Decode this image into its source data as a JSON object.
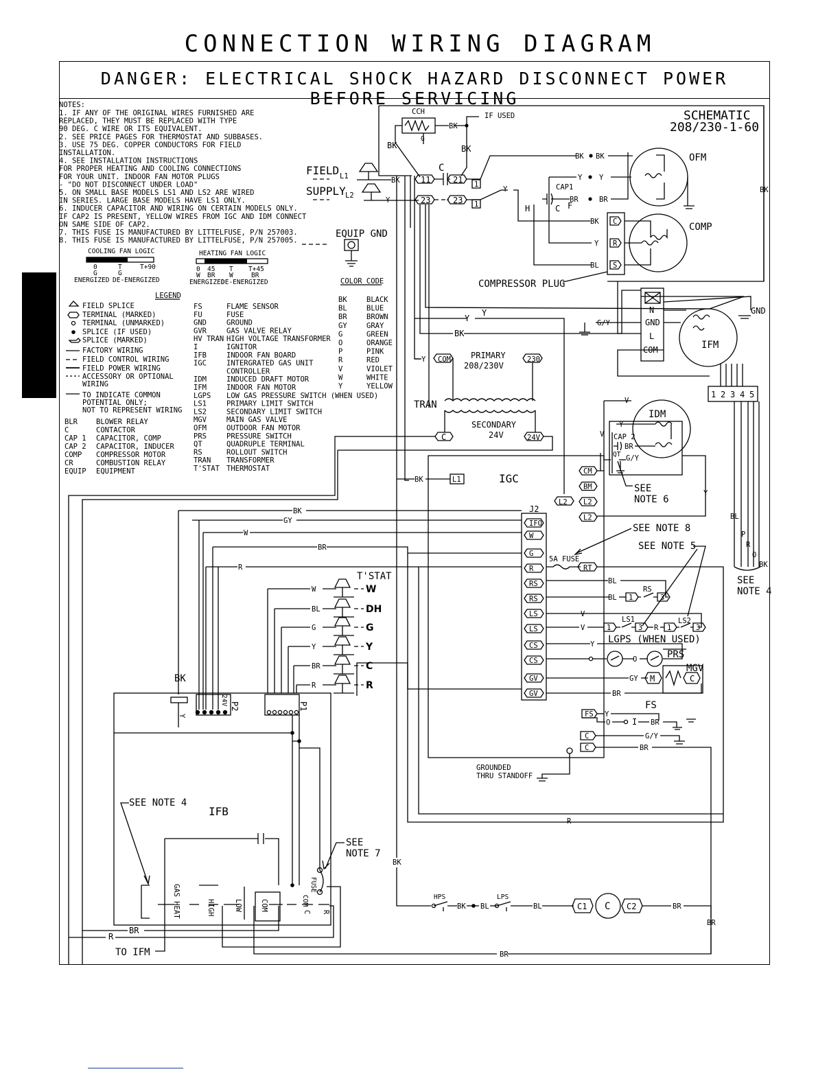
{
  "title": "CONNECTION WIRING DIAGRAM",
  "danger": "DANGER: ELECTRICAL SHOCK HAZARD DISCONNECT POWER BEFORE SERVICING",
  "schematic": [
    "SCHEMATIC",
    "208/230-1-60"
  ],
  "notes_header": "NOTES:",
  "notes": [
    "1.  IF ANY OF THE ORIGINAL WIRES FURNISHED ARE",
    "    REPLACED, THEY MUST BE REPLACED WITH TYPE",
    "    90 DEG. C WIRE OR ITS EQUIVALENT.",
    "2.  SEE PRICE PAGES FOR THERMOSTAT AND SUBBASES.",
    "3.  USE 75 DEG. COPPER CONDUCTORS FOR FIELD",
    "    INSTALLATION.",
    "4.  SEE INSTALLATION INSTRUCTIONS",
    "    FOR PROPER HEATING AND COOLING CONNECTIONS",
    "    FOR YOUR UNIT. INDOOR FAN MOTOR PLUGS",
    "    - \"DO NOT DISCONNECT UNDER LOAD\"",
    "5.  ON SMALL BASE MODELS LS1 AND LS2 ARE WIRED",
    "    IN SERIES. LARGE BASE MODELS HAVE LS1 ONLY.",
    "6.  INDUCER CAPACITOR AND WIRING ON CERTAIN MODELS ONLY.",
    "    IF CAP2 IS PRESENT, YELLOW WIRES FROM IGC AND IDM CONNECT",
    "    ON SAME SIDE OF CAP2.",
    "7.  THIS FUSE IS MANUFACTURED BY LITTELFUSE, P/N 257003.",
    "8.  THIS FUSE IS MANUFACTURED BY LITTELFUSE, P/N 257005."
  ],
  "cooling_fan_logic": {
    "title": "COOLING FAN LOGIC",
    "marks": [
      "0",
      "T",
      "T+90"
    ],
    "sub": [
      "G",
      "G"
    ],
    "states": [
      "ENERGIZED",
      "DE-ENERGIZED"
    ]
  },
  "heating_fan_logic": {
    "title": "HEATING FAN LOGIC",
    "marks": [
      "0",
      "45",
      "T",
      "T+45"
    ],
    "sub": [
      "W",
      "BR",
      "W",
      "BR"
    ],
    "states": [
      "ENERGIZED",
      "DE-ENERGIZED"
    ]
  },
  "legend_title": "LEGEND",
  "legend_symbols": [
    "FIELD SPLICE",
    "TERMINAL (MARKED)",
    "TERMINAL (UNMARKED)",
    "SPLICE (IF USED)",
    "SPLICE (MARKED)",
    "FACTORY WIRING",
    "FIELD CONTROL WIRING",
    "FIELD POWER WIRING",
    "ACCESSORY OR OPTIONAL",
    "WIRING",
    "TO INDICATE COMMON",
    "POTENTIAL ONLY;",
    "NOT TO REPRESENT WIRING"
  ],
  "abbrev_left": [
    [
      "BLR",
      "BLOWER RELAY"
    ],
    [
      "C",
      "CONTACTOR"
    ],
    [
      "CAP 1",
      "CAPACITOR, COMP"
    ],
    [
      "CAP 2",
      "CAPACITOR, INDUCER"
    ],
    [
      "COMP",
      "COMPRESSOR MOTOR"
    ],
    [
      "CR",
      "COMBUSTION RELAY"
    ],
    [
      "EQUIP",
      "EQUIPMENT"
    ]
  ],
  "abbrev_mid": [
    [
      "FS",
      "FLAME SENSOR"
    ],
    [
      "FU",
      "FUSE"
    ],
    [
      "GND",
      "GROUND"
    ],
    [
      "GVR",
      "GAS VALVE RELAY"
    ],
    [
      "HV TRAN",
      "HIGH VOLTAGE TRANSFORMER"
    ],
    [
      "I",
      "IGNITOR"
    ],
    [
      "IFB",
      "INDOOR FAN BOARD"
    ],
    [
      "IGC",
      "INTERGRATED GAS UNIT"
    ],
    [
      "",
      "CONTROLLER"
    ],
    [
      "IDM",
      "INDUCED DRAFT MOTOR"
    ],
    [
      "IFM",
      "INDOOR FAN MOTOR"
    ],
    [
      "LGPS",
      "LOW GAS PRESSURE SWITCH (WHEN USED)"
    ],
    [
      "LS1",
      "PRIMARY LIMIT SWITCH"
    ],
    [
      "LS2",
      "SECONDARY LIMIT SWITCH"
    ],
    [
      "MGV",
      "MAIN GAS VALVE"
    ],
    [
      "OFM",
      "OUTDOOR FAN MOTOR"
    ],
    [
      "PRS",
      "PRESSURE SWITCH"
    ],
    [
      "QT",
      "QUADRUPLE TERMINAL"
    ],
    [
      "RS",
      "ROLLOUT SWITCH"
    ],
    [
      "TRAN",
      "TRANSFORMER"
    ],
    [
      "T'STAT",
      "THERMOSTAT"
    ]
  ],
  "color_code_title": "COLOR CODE",
  "color_code": [
    [
      "BK",
      "BLACK"
    ],
    [
      "BL",
      "BLUE"
    ],
    [
      "BR",
      "BROWN"
    ],
    [
      "GY",
      "GRAY"
    ],
    [
      "G",
      "GREEN"
    ],
    [
      "O",
      "ORANGE"
    ],
    [
      "P",
      "PINK"
    ],
    [
      "R",
      "RED"
    ],
    [
      "V",
      "VIOLET"
    ],
    [
      "W",
      "WHITE"
    ],
    [
      "Y",
      "YELLOW"
    ]
  ],
  "labels": {
    "field_supply": [
      "FIELD",
      "SUPPLY"
    ],
    "l1": "L1",
    "l2": "L2",
    "equip_gnd": "EQUIP GND",
    "cch": "CCH",
    "if_used": "IF USED",
    "contactor": "C",
    "ofm": "OFM",
    "comp": "COMP",
    "cap1": "CAP1",
    "h": "H",
    "c": "C",
    "f": "F",
    "compressor_plug": "COMPRESSOR PLUG",
    "gnd": "GND",
    "ifm": "IFM",
    "n": "N",
    "l": "L",
    "com": "COM",
    "primary": [
      "PRIMARY",
      "208/230V"
    ],
    "secondary": [
      "SECONDARY",
      "24V"
    ],
    "tran": "TRAN",
    "t230": "230",
    "t24v": "24V",
    "tcom": "COM",
    "idm": "IDM",
    "cap2": "CAP 2",
    "qt": "QT",
    "igc": "IGC",
    "j2": "J2",
    "see_note_6": [
      "SEE",
      "NOTE 6"
    ],
    "see_note_8": "SEE NOTE 8",
    "see_note_5": "SEE NOTE 5",
    "see_note_4_right": [
      "SEE",
      "NOTE 4"
    ],
    "fuse_5a": "5A FUSE",
    "rs": "RS",
    "ls1": "LS1",
    "ls2": "LS2",
    "lgps": "LGPS (WHEN USED)",
    "prs": "PRS",
    "mgv": "MGV",
    "fs": "FS",
    "grounded": [
      "GROUNDED",
      "THRU STANDOFF"
    ],
    "tstat": "T'STAT",
    "ifb": "IFB",
    "see_note_4": "SEE NOTE 4",
    "see_note_7": [
      "SEE",
      "NOTE 7"
    ],
    "to_ifm": "TO IFM",
    "hps": "HPS",
    "lps": "LPS",
    "c1": "C1",
    "c2": "C2",
    "cc": "C",
    "plug_1_5": [
      "1",
      "2",
      "3",
      "4",
      "5"
    ],
    "p1": "P1",
    "p2": "P2",
    "v24": "24V",
    "relay_labels": [
      "GAS HEAT",
      "HIGH",
      "LOW",
      "COM",
      "COM",
      "C",
      "R"
    ]
  },
  "j2_pins": [
    "IFO",
    "W",
    "G",
    "R",
    "RS",
    "RS",
    "LS",
    "LS",
    "CS",
    "CS",
    "GV",
    "GV"
  ],
  "igc_pins": [
    "CM",
    "BM",
    "L2",
    "L2"
  ],
  "tstat_terminals": [
    "W",
    "DH",
    "G",
    "Y",
    "C",
    "R"
  ],
  "tstat_wires": [
    "W",
    "BL",
    "G",
    "Y",
    "BR",
    "R"
  ],
  "wire_labels": {
    "bk": "BK",
    "y": "Y",
    "bl": "BL",
    "br": "BR",
    "r": "R",
    "w": "W",
    "g": "G",
    "gy": "GY",
    "v": "V",
    "p": "P",
    "o": "O",
    "gy_slash": "G/Y"
  },
  "terminal_numbers": {
    "t11": "11",
    "t21": "21",
    "t23a": "23",
    "t23b": "23",
    "one": "1",
    "three": "3",
    "i": "I"
  }
}
